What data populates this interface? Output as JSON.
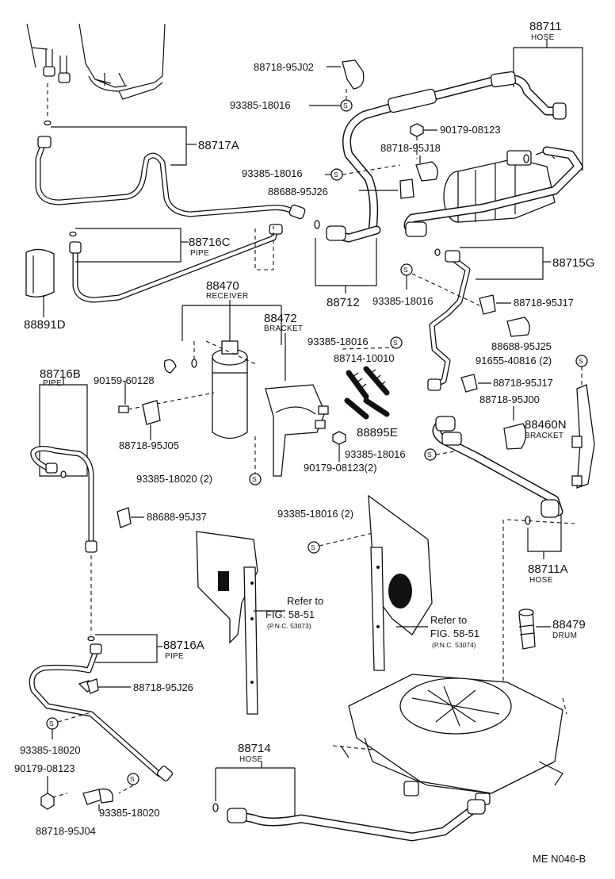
{
  "labels": {
    "p88711": "88711",
    "p88711_sub": "HOSE",
    "p88718_95J02": "88718-95J02",
    "p93385_18016_a": "93385-18016",
    "p90179_08123_a": "90179-08123",
    "p88717A": "88717A",
    "p88718_95J18": "88718-95J18",
    "p93385_18016_b": "93385-18016",
    "p88688_95J26": "88688-95J26",
    "p88716C": "88716C",
    "p88716C_sub": "PIPE",
    "p88715G": "88715G",
    "p88891D": "88891D",
    "p88712": "88712",
    "p93385_18016_c": "93385-18016",
    "p88718_95J17_a": "88718-95J17",
    "p88470": "88470",
    "p88470_sub": "RECEIVER",
    "p88472": "88472",
    "p88472_sub": "BRACKET",
    "p93385_18016_d": "93385-18016",
    "p88688_95J25": "88688-95J25",
    "p88714_10010": "88714-10010",
    "p91655_40816": "91655-40816 (2)",
    "p88716B": "88716B",
    "p88716B_sub": "PIPE",
    "p90159_60128": "90159-60128",
    "p88718_95J17_b": "88718-95J17",
    "p88718_95J00": "88718-95J00",
    "p88895E": "88895E",
    "p88460N": "88460N",
    "p88460N_sub": "BRACKET",
    "p88718_95J05": "88718-95J05",
    "p93385_18016_e": "93385-18016",
    "p90179_08123_b": "90179-08123(2)",
    "p93385_18020_a": "93385-18020 (2)",
    "p88688_95J37": "88688-95J37",
    "p93385_18016_f": "93385-18016 (2)",
    "p88711A": "88711A",
    "p88711A_sub": "HOSE",
    "refer_left_1": "Refer to",
    "refer_left_2": "FIG. 58-51",
    "refer_left_3": "(P.N.C. 53073)",
    "refer_right_1": "Refer to",
    "refer_right_2": "FIG. 58-51",
    "refer_right_3": "(P.N.C. 53074)",
    "p88479": "88479",
    "p88479_sub": "DRUM",
    "p88716A": "88716A",
    "p88716A_sub": "PIPE",
    "p88718_95J26": "88718-95J26",
    "p93385_18020_b": "93385-18020",
    "p90179_08123_c": "90179-08123",
    "p93385_18020_c": "93385-18020",
    "p88718_95J04": "88718-95J04",
    "p88714": "88714",
    "p88714_sub": "HOSE",
    "footer": "ME  N046-B"
  },
  "symbols": {
    "s": "S"
  }
}
